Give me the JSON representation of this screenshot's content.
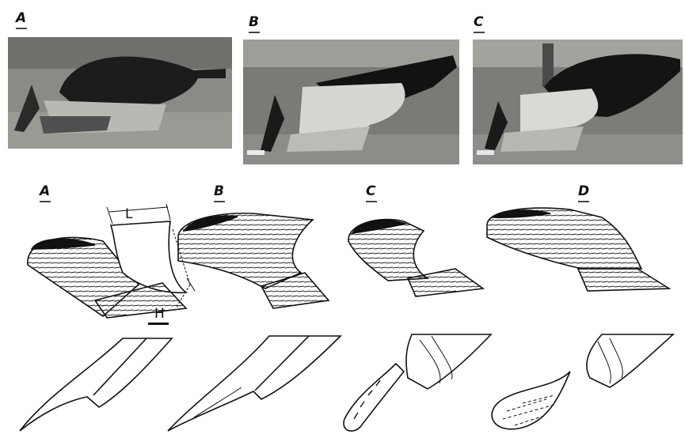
{
  "photo_panels": [
    {
      "label": "A"
    },
    {
      "label": "B"
    },
    {
      "label": "C"
    }
  ],
  "drawing_panels": [
    {
      "label": "A"
    },
    {
      "label": "B"
    },
    {
      "label": "C"
    },
    {
      "label": "D"
    }
  ],
  "dimensions": {
    "length_label": "L",
    "height_label": "H"
  }
}
